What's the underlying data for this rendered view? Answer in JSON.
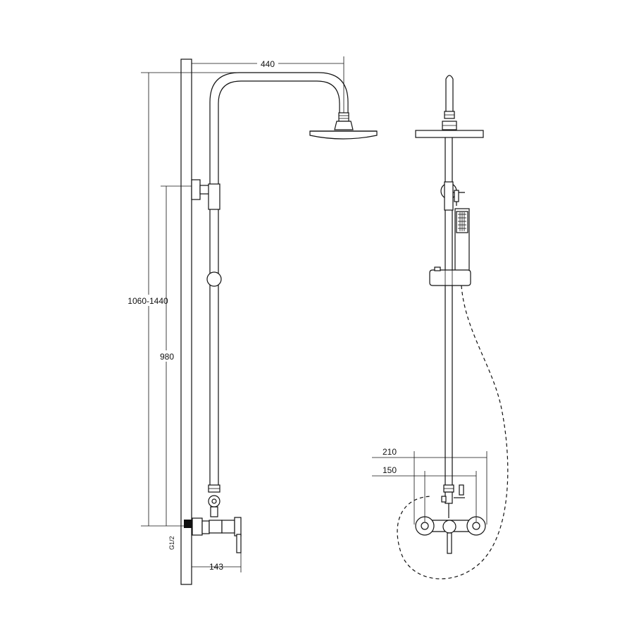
{
  "dimensions": {
    "arm_length": "440",
    "total_height": "1060-1440",
    "rail_height": "980",
    "wall_offset": "143",
    "inlet_thread": "G1/2",
    "mixer_outer_width": "210",
    "mixer_center_distance": "150"
  },
  "colors": {
    "line": "#111111",
    "background": "#ffffff"
  }
}
